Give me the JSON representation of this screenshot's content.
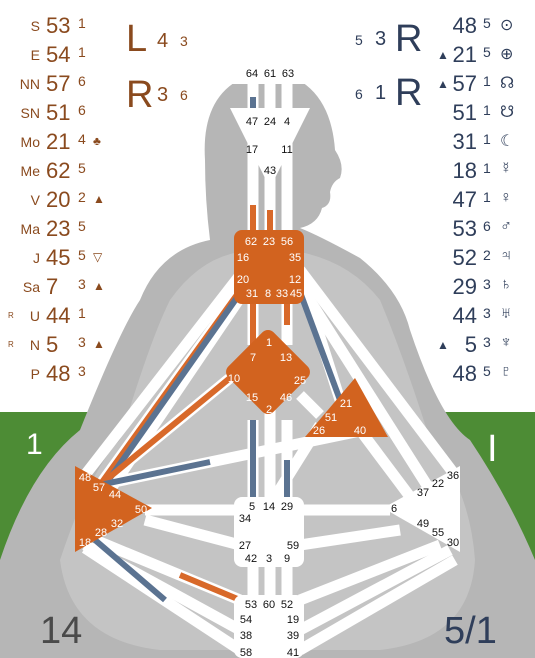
{
  "colors": {
    "personality": "#8a4a1e",
    "design": "#2f3e5a",
    "defined_center": "#d2631f",
    "grass": "#4d8c35",
    "silhouette": "#b4b4b4",
    "channel_design": "#5b7391",
    "channel_personality": "#d8692a"
  },
  "personality_column": [
    {
      "label": "S",
      "gate": "53",
      "line": "1",
      "mark": ""
    },
    {
      "label": "E",
      "gate": "54",
      "line": "1",
      "mark": ""
    },
    {
      "label": "NN",
      "gate": "57",
      "line": "6",
      "mark": ""
    },
    {
      "label": "SN",
      "gate": "51",
      "line": "6",
      "mark": ""
    },
    {
      "label": "Mo",
      "gate": "21",
      "line": "4",
      "mark": "♣"
    },
    {
      "label": "Me",
      "gate": "62",
      "line": "5",
      "mark": ""
    },
    {
      "label": "V",
      "gate": "20",
      "line": "2",
      "mark": "▲"
    },
    {
      "label": "Ma",
      "gate": "23",
      "line": "5",
      "mark": ""
    },
    {
      "label": "J",
      "gate": "45",
      "line": "5",
      "mark": "▽"
    },
    {
      "label": "Sa",
      "gate": "7",
      "line": "3",
      "mark": "▲"
    },
    {
      "label": "U",
      "gate": "44",
      "line": "1",
      "mark": "",
      "retro": "R"
    },
    {
      "label": "N",
      "gate": "5",
      "line": "3",
      "mark": "▲",
      "retro": "R"
    },
    {
      "label": "P",
      "gate": "48",
      "line": "3",
      "mark": ""
    }
  ],
  "design_column": [
    {
      "pre": "",
      "gate": "48",
      "line": "5",
      "symbol": "⊙"
    },
    {
      "pre": "▲",
      "gate": "21",
      "line": "5",
      "symbol": "⊕"
    },
    {
      "pre": "▲",
      "gate": "57",
      "line": "1",
      "symbol": "☊"
    },
    {
      "pre": "",
      "gate": "51",
      "line": "1",
      "symbol": "☋"
    },
    {
      "pre": "",
      "gate": "31",
      "line": "1",
      "symbol": "☾"
    },
    {
      "pre": "",
      "gate": "18",
      "line": "1",
      "symbol": "☿"
    },
    {
      "pre": "",
      "gate": "47",
      "line": "1",
      "symbol": "♀"
    },
    {
      "pre": "",
      "gate": "53",
      "line": "6",
      "symbol": "♂"
    },
    {
      "pre": "",
      "gate": "52",
      "line": "2",
      "symbol": "♃"
    },
    {
      "pre": "",
      "gate": "29",
      "line": "3",
      "symbol": "♄"
    },
    {
      "pre": "",
      "gate": "44",
      "line": "3",
      "symbol": "♅"
    },
    {
      "pre": "▲",
      "gate": "5",
      "line": "3",
      "symbol": "♆"
    },
    {
      "pre": "",
      "gate": "48",
      "line": "5",
      "symbol": "♇"
    }
  ],
  "variables": {
    "left_top": {
      "letter": "L",
      "a": "4",
      "b": "3"
    },
    "left_bottom": {
      "letter": "R",
      "a": "3",
      "b": "6"
    },
    "right_top": {
      "a": "5",
      "b": "3",
      "letter": "R"
    },
    "right_bottom": {
      "a": "6",
      "b": "1",
      "letter": "R"
    }
  },
  "corners": {
    "left_mid": "1",
    "right_mid": "I",
    "bottom_left": "14",
    "bottom_right": "5/1"
  },
  "gates": {
    "head": [
      "64",
      "61",
      "63"
    ],
    "ajna": [
      "47",
      "24",
      "4",
      "17",
      "11",
      "43"
    ],
    "throat": [
      "62",
      "23",
      "56",
      "16",
      "35",
      "20",
      "12",
      "31",
      "8",
      "33",
      "45"
    ],
    "g": [
      "1",
      "7",
      "13",
      "10",
      "25",
      "15",
      "46",
      "2"
    ],
    "ego": [
      "21",
      "51",
      "26",
      "40"
    ],
    "spleen": [
      "48",
      "57",
      "44",
      "50",
      "32",
      "28",
      "18"
    ],
    "sacral": [
      "5",
      "14",
      "29",
      "34",
      "27",
      "59",
      "42",
      "3",
      "9"
    ],
    "solar": [
      "36",
      "22",
      "37",
      "6",
      "49",
      "55",
      "30"
    ],
    "root": [
      "53",
      "60",
      "52",
      "54",
      "19",
      "38",
      "39",
      "58",
      "41"
    ]
  }
}
